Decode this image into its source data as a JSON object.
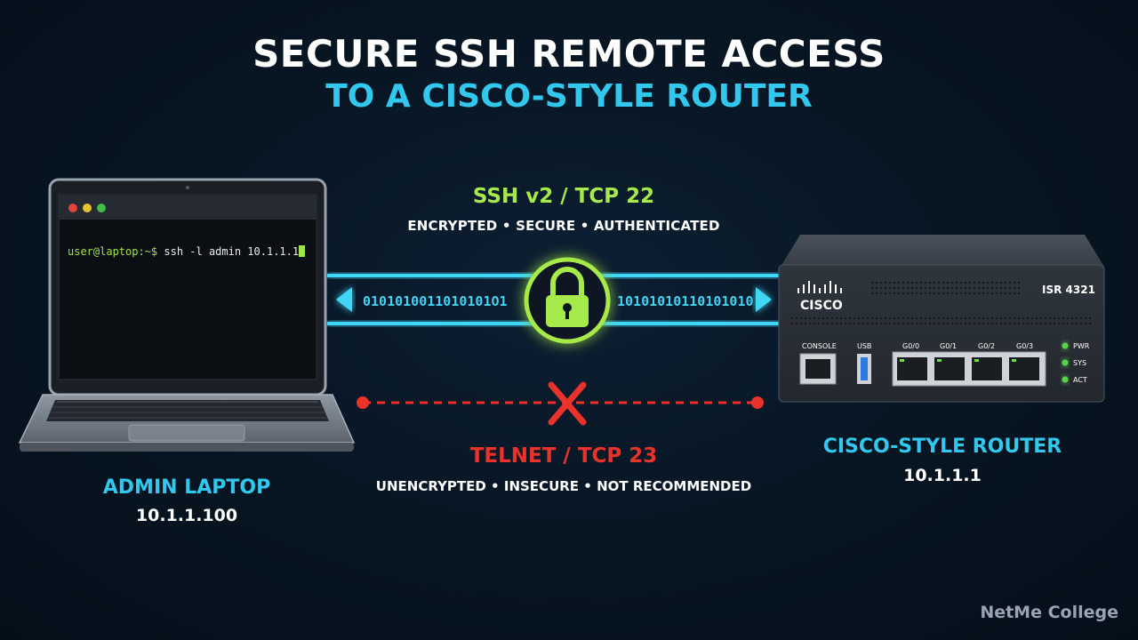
{
  "header": {
    "title": "SECURE SSH REMOTE ACCESS",
    "subtitle": "TO A CISCO-STYLE ROUTER"
  },
  "ssh": {
    "label": "SSH v2 / TCP 22",
    "description": "ENCRYPTED • SECURE • AUTHENTICATED",
    "bits_left": "0101010011010101O1",
    "bits_right": "10101010110101010"
  },
  "telnet": {
    "label": "TELNET / TCP 23",
    "description": "UNENCRYPTED • INSECURE • NOT RECOMMENDED"
  },
  "laptop": {
    "name": "ADMIN LAPTOP",
    "ip": "10.1.1.100",
    "terminal_prompt": "user@laptop:~$",
    "terminal_command": " ssh -l admin 10.1.1.1"
  },
  "router": {
    "name": "CISCO-STYLE ROUTER",
    "ip": "10.1.1.1",
    "brand": "CISCO",
    "model": "ISR 4321",
    "port_labels": [
      "CONSOLE",
      "USB",
      "G0/0",
      "G0/1",
      "G0/2",
      "G0/3"
    ],
    "led_labels": [
      "PWR",
      "SYS",
      "ACT"
    ]
  },
  "watermark": "NetMe College",
  "colors": {
    "ssh_green": "#a6e94a",
    "accent_cyan": "#32c8ee",
    "telnet_red": "#e8322a"
  }
}
